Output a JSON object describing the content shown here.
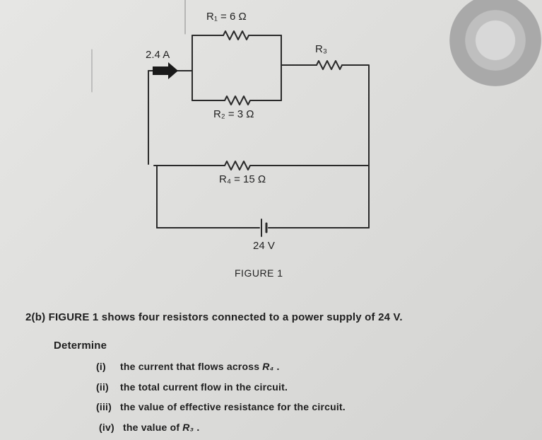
{
  "figure": {
    "caption": "FIGURE 1",
    "r1_label": "R₁ = 6 Ω",
    "r2_label": "R₂ = 3 Ω",
    "r3_label": "R₃",
    "r4_label": "R₄ = 15 Ω",
    "current_label": "2.4 A",
    "voltage_label": "24 V"
  },
  "question": {
    "intro": "2(b) FIGURE 1 shows four resistors connected to a power supply of 24 V.",
    "determine": "Determine",
    "items": [
      {
        "num": "(i)",
        "text": "the current that flows across ",
        "sym": "R₄",
        "end": " ."
      },
      {
        "num": "(ii)",
        "text": "the total current flow in the circuit.",
        "sym": "",
        "end": ""
      },
      {
        "num": "(iii)",
        "text": "the value of effective resistance for the circuit.",
        "sym": "",
        "end": ""
      },
      {
        "num": "(iv)",
        "text": "the value of ",
        "sym": "R₃",
        "end": " ."
      }
    ]
  }
}
